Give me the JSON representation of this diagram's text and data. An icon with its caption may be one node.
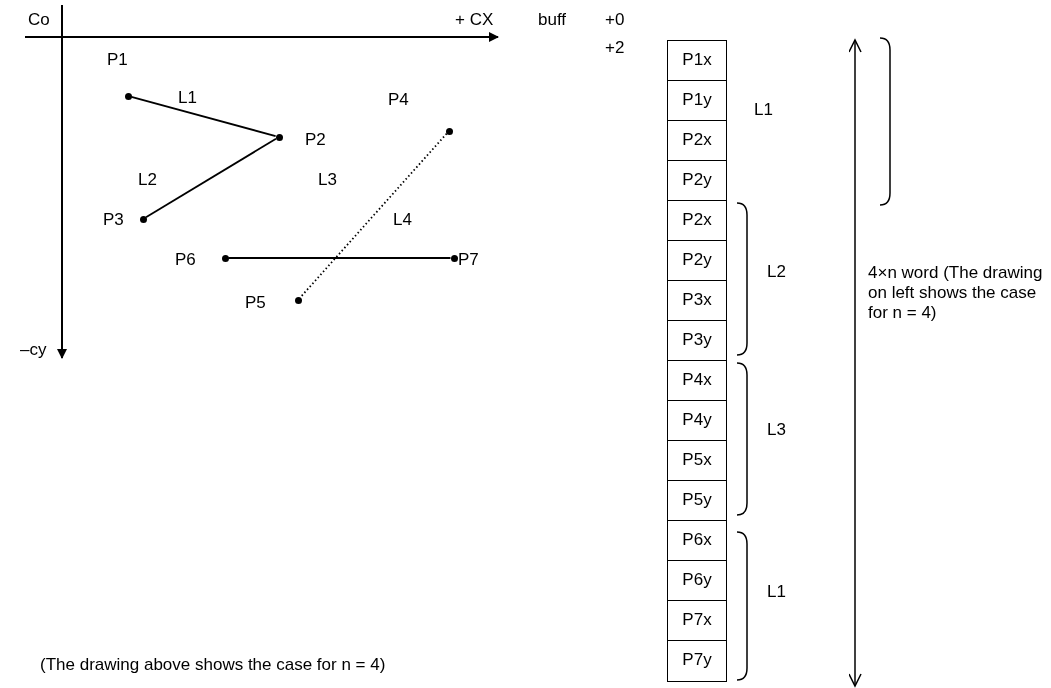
{
  "diagram": {
    "caption": "(The drawing above shows the case for n = 4)",
    "nodes": [
      {
        "text": [],
        "shape": "circle",
        "beside": [
          "P1"
        ]
      },
      {
        "text": [],
        "shape": "circle",
        "beside": [
          "P2"
        ]
      },
      {
        "text": [],
        "shape": "circle",
        "beside": [
          "P3"
        ]
      },
      {
        "text": [],
        "shape": "circle",
        "beside": [
          "P4"
        ]
      },
      {
        "text": [],
        "shape": "circle",
        "beside": [
          "P5"
        ]
      },
      {
        "text": [],
        "shape": "circle",
        "beside": [
          "P6"
        ]
      },
      {
        "text": [],
        "shape": "circle",
        "beside": [
          "P7"
        ]
      },
      {
        "text": [
          "P1x"
        ]
      },
      {
        "text": [
          "P1y"
        ]
      },
      {
        "text": [
          "P2x"
        ]
      },
      {
        "text": [
          "P2y"
        ]
      },
      {
        "text": [
          "P2x"
        ]
      },
      {
        "text": [
          "P2y"
        ]
      },
      {
        "text": [
          "P3x"
        ]
      },
      {
        "text": [
          "P3y"
        ]
      },
      {
        "text": [
          "P4x"
        ]
      },
      {
        "text": [
          "P4y"
        ]
      },
      {
        "text": [
          "P5x"
        ]
      },
      {
        "text": [
          "P5y"
        ]
      },
      {
        "text": [
          "P6x"
        ]
      },
      {
        "text": [
          "P6y"
        ]
      },
      {
        "text": [
          "P7x"
        ]
      },
      {
        "text": [
          "P7y"
        ]
      }
    ],
    "edges": [
      {
        "from": 0,
        "to": 1,
        "arrow": "none",
        "label": "L1"
      },
      {
        "from": 1,
        "to": 2,
        "arrow": "none",
        "label": "L2"
      },
      {
        "from": 3,
        "to": 4,
        "arrow": "none",
        "label": "L3",
        "style": "dashed"
      },
      {
        "from": 5,
        "to": 6,
        "arrow": "none",
        "label": "L4"
      }
    ],
    "labels": [
      "Co",
      "+ CX",
      "buff",
      "+0",
      "+2",
      "L1",
      "L2",
      "4×n word (The drawing on left shows the case for n = 4)",
      "L3",
      "L1",
      "–cy"
    ]
  }
}
